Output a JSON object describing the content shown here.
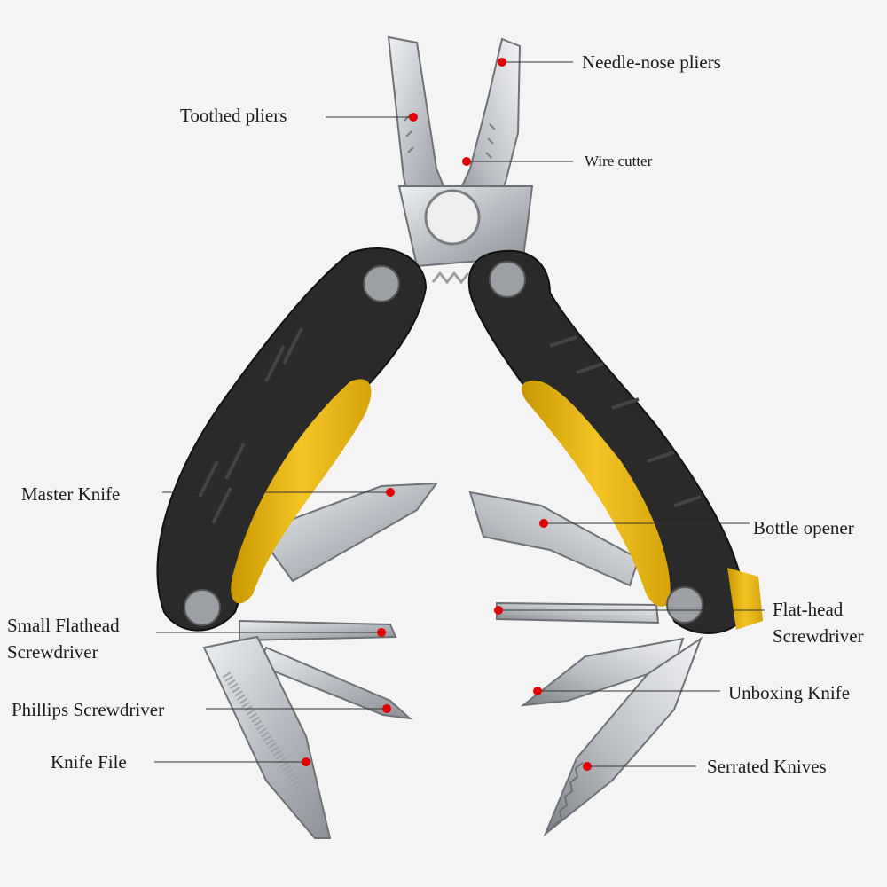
{
  "product": "Multi-tool pliers with folding blades",
  "colors": {
    "background": "#f4f4f4",
    "handle_black": "#2a2a2a",
    "handle_yellow": "#e8b51a",
    "steel": "#c9ccd0",
    "marker_red": "#e00000",
    "leader_line": "#333333"
  },
  "labels": {
    "needle_nose": "Needle-nose pliers",
    "toothed": "Toothed pliers",
    "wire_cutter": "Wire cutter",
    "master_knife": "Master Knife",
    "bottle_opener": "Bottle opener",
    "small_flathead_1": "Small Flathead",
    "small_flathead_2": "Screwdriver",
    "flat_head_1": "Flat-head",
    "flat_head_2": "Screwdriver",
    "phillips": "Phillips Screwdriver",
    "unboxing": "Unboxing Knife",
    "knife_file": "Knife File",
    "serrated": "Serrated Knives"
  }
}
